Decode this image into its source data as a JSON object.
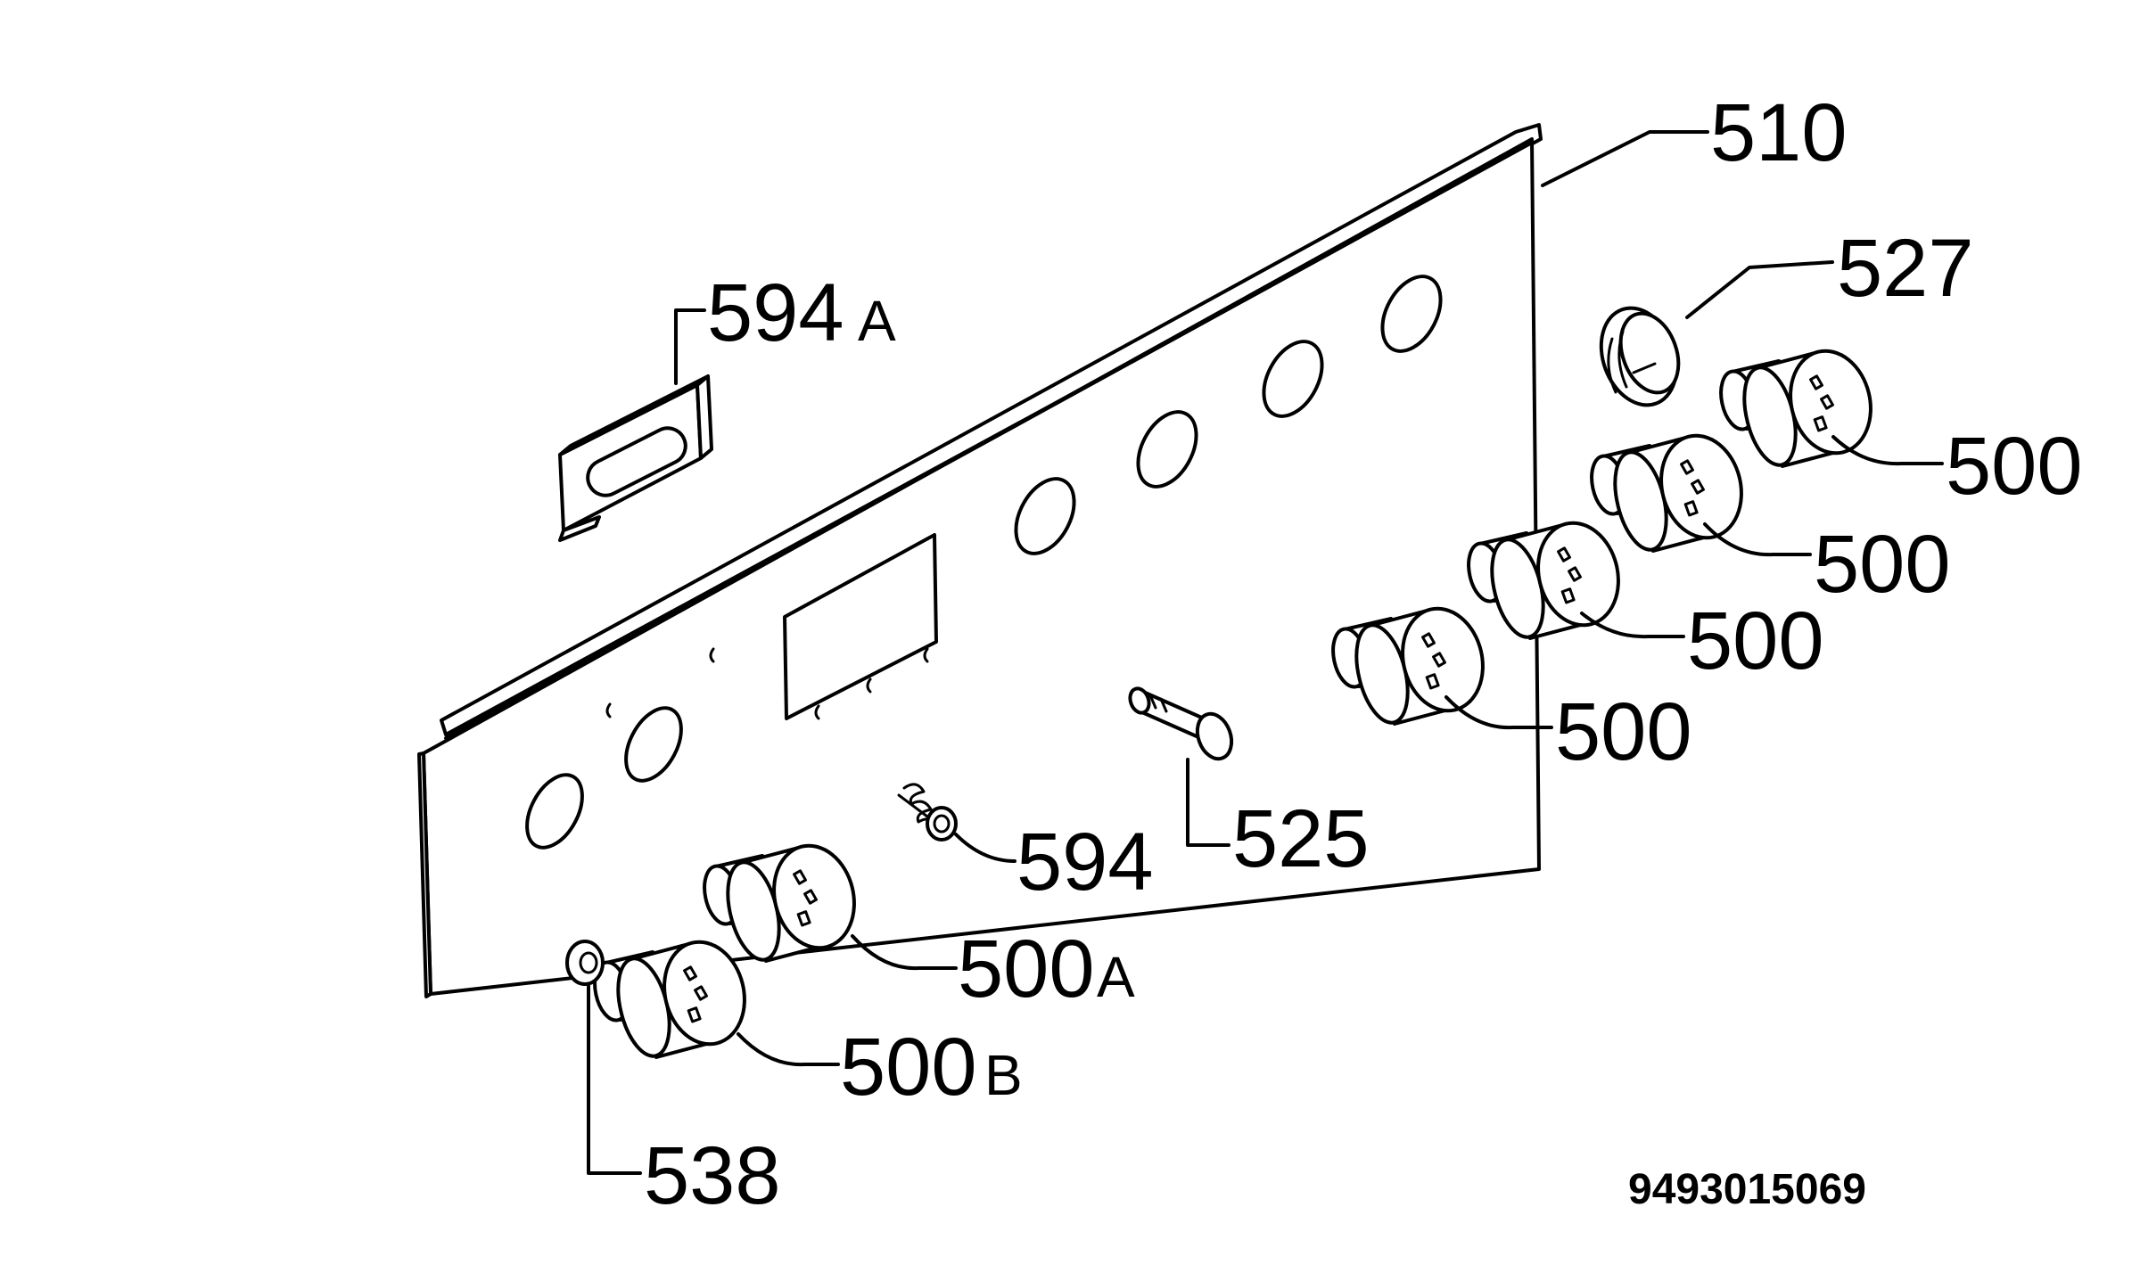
{
  "labels": {
    "p510": "510",
    "p527": "527",
    "p594a_num": "594",
    "p594a_suffix": "A",
    "p500_1": "500",
    "p500_2": "500",
    "p500_3": "500",
    "p500_4": "500",
    "p525": "525",
    "p594": "594",
    "p500a_num": "500",
    "p500a_suffix": "A",
    "p500b_num": "500",
    "p500b_suffix": "B",
    "p538": "538"
  },
  "drawing_code": "9493015069",
  "colors": {
    "line": "#000000",
    "background": "#ffffff"
  }
}
